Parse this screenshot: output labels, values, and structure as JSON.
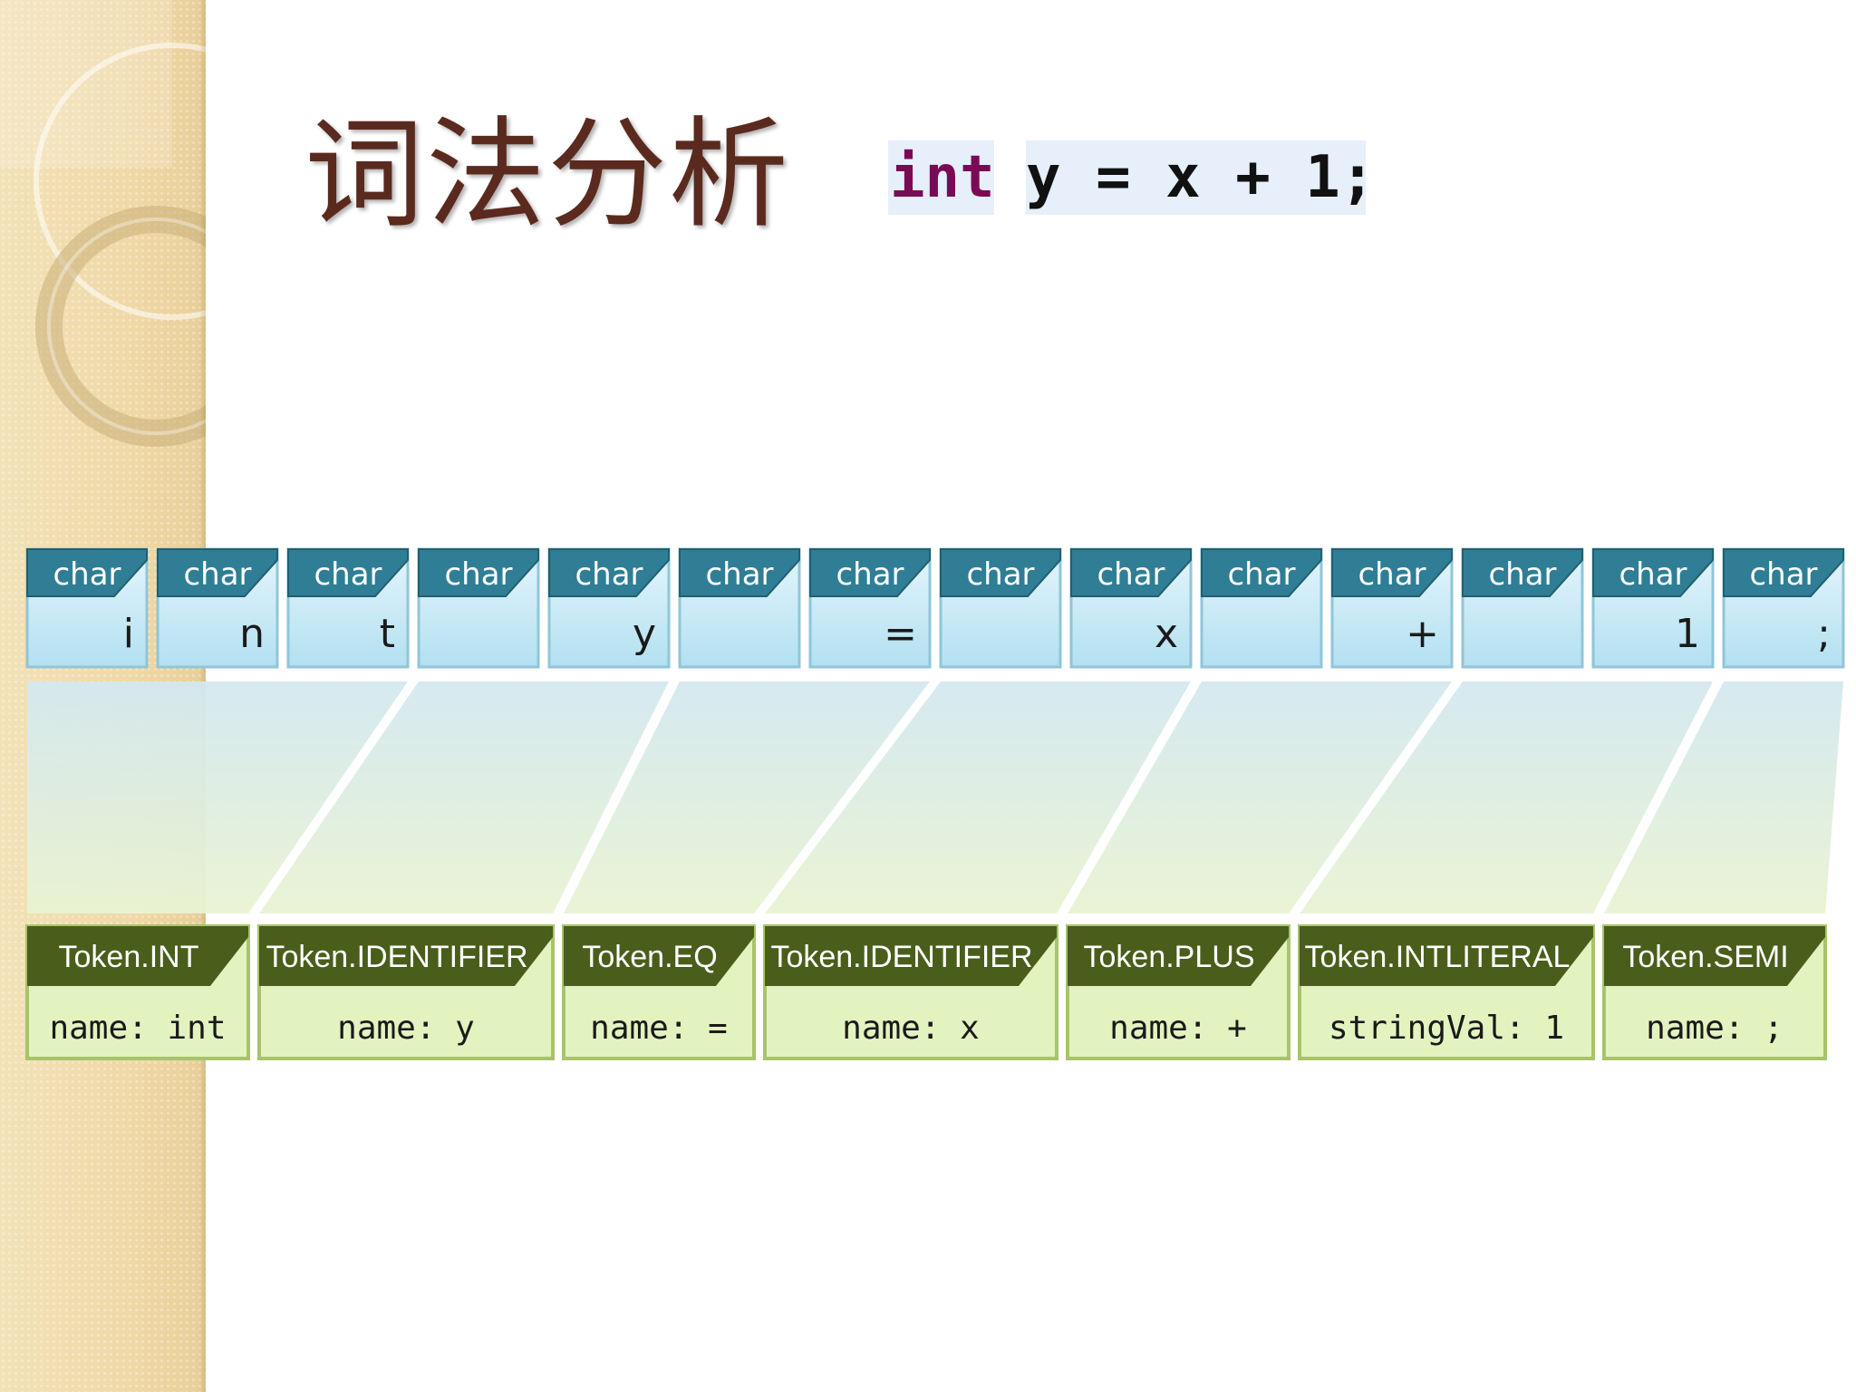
{
  "slide": {
    "title": "词法分析",
    "code_keyword": "int",
    "code_rest": "y = x + 1;"
  },
  "chars": [
    {
      "label": "char",
      "value": "i"
    },
    {
      "label": "char",
      "value": "n"
    },
    {
      "label": "char",
      "value": "t"
    },
    {
      "label": "char",
      "value": " "
    },
    {
      "label": "char",
      "value": "y"
    },
    {
      "label": "char",
      "value": " "
    },
    {
      "label": "char",
      "value": "="
    },
    {
      "label": "char",
      "value": " "
    },
    {
      "label": "char",
      "value": "x"
    },
    {
      "label": "char",
      "value": " "
    },
    {
      "label": "char",
      "value": "+"
    },
    {
      "label": "char",
      "value": " "
    },
    {
      "label": "char",
      "value": "1"
    },
    {
      "label": "char",
      "value": ";"
    }
  ],
  "tokens": [
    {
      "label": "Token.INT",
      "value": "name: int",
      "from": 0,
      "to": 2
    },
    {
      "label": "Token.IDENTIFIER",
      "value": "name: y",
      "from": 3,
      "to": 4
    },
    {
      "label": "Token.EQ",
      "value": "name: =",
      "from": 5,
      "to": 6
    },
    {
      "label": "Token.IDENTIFIER",
      "value": "name: x",
      "from": 7,
      "to": 8
    },
    {
      "label": "Token.PLUS",
      "value": "name: +",
      "from": 9,
      "to": 10
    },
    {
      "label": "Token.INTLITERAL",
      "value": "stringVal: 1",
      "from": 11,
      "to": 12
    },
    {
      "label": "Token.SEMI",
      "value": "name: ;",
      "from": 13,
      "to": 13
    }
  ],
  "colors": {
    "char_header": "#2f7e95",
    "char_header_border": "#225f70",
    "char_body_top": "#dff3fb",
    "char_body_bottom": "#b6e2f2",
    "char_border": "#8fc6d8",
    "token_header": "#4a5e1c",
    "token_body": "#e3f3bf",
    "token_border": "#a7c46b",
    "title": "#5b2a1e"
  }
}
